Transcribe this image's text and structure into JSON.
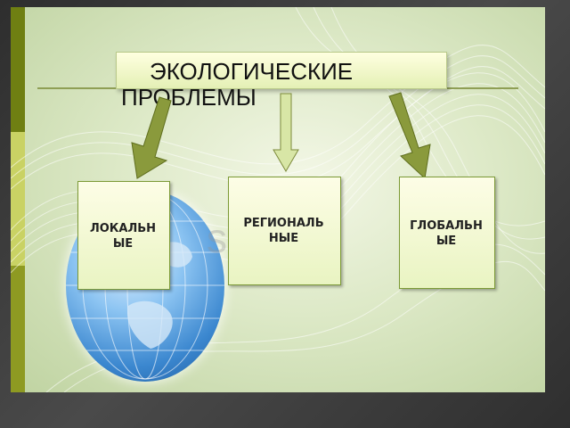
{
  "diagram": {
    "title": "ЭКОЛОГИЧЕСКИЕ ПРОБЛЕМЫ",
    "categories": [
      {
        "label": "ЛОКАЛЬНЫЕ",
        "display": "ЛОКАЛЬН ЫЕ"
      },
      {
        "label": "РЕГИОНАЛЬНЫЕ",
        "display": "РЕГИОНАЛЬ НЫЕ"
      },
      {
        "label": "ГЛОБАЛЬНЫЕ",
        "display": "ГЛОБАЛЬН ЫЕ"
      }
    ]
  },
  "background": {
    "watermark": "sststoc"
  },
  "colors": {
    "arrow_fill": "#8a9a3c",
    "arrow_fill_light": "#d8e6a6",
    "box_border": "#7c9a36",
    "strip_dark": "#6f7f12",
    "strip_light": "#c9d264"
  },
  "icons": [
    "globe-icon",
    "arrow-down-left-icon",
    "arrow-down-icon",
    "arrow-down-right-icon"
  ]
}
